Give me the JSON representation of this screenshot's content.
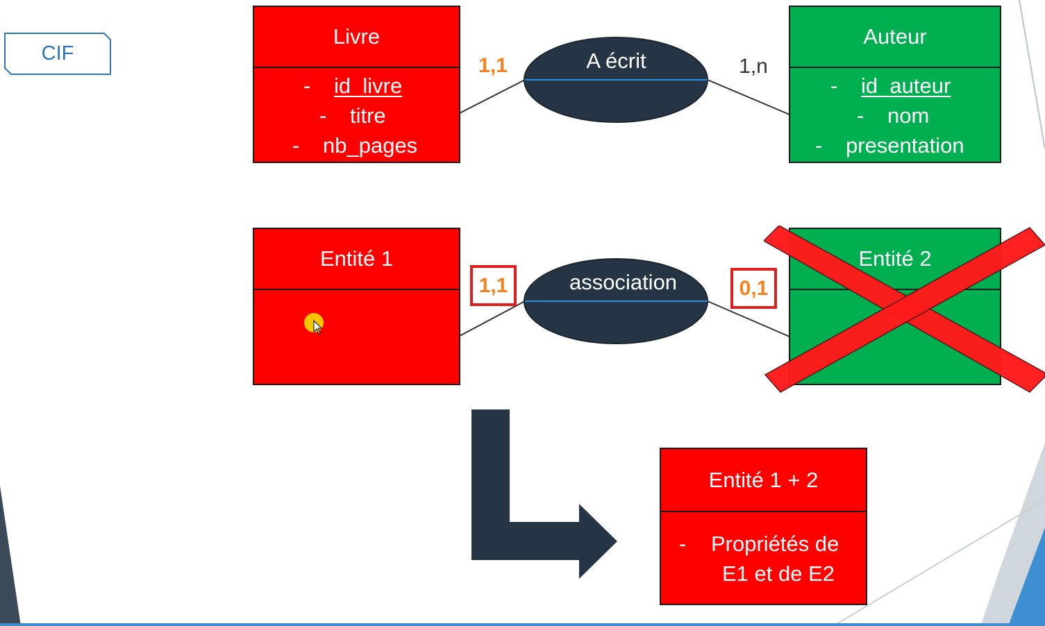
{
  "tag": {
    "label": "CIF"
  },
  "diagram_top": {
    "entity_left": {
      "title": "Livre",
      "attributes": [
        "id_livre",
        "titre",
        "nb_pages"
      ],
      "identifier": "id_livre"
    },
    "association": {
      "label": "A écrit"
    },
    "cardinality_left": "1,1",
    "cardinality_right": "1,n",
    "entity_right": {
      "title": "Auteur",
      "attributes": [
        "id_auteur",
        "nom",
        "presentation"
      ],
      "identifier": "id_auteur"
    }
  },
  "diagram_middle": {
    "entity_left": {
      "title": "Entité 1"
    },
    "association": {
      "label": "association"
    },
    "cardinality_left": "1,1",
    "cardinality_right": "0,1",
    "entity_right": {
      "title": "Entité 2",
      "crossed_out": true
    }
  },
  "result": {
    "title": "Entité 1 + 2",
    "property_line1": "Propriétés de",
    "property_line2": "E1 et de E2"
  },
  "dash": "-",
  "colors": {
    "entity_red": "#ff0000",
    "entity_green": "#00b050",
    "association_fill": "#263545",
    "cardinality_orange": "#f5821f",
    "cross_red": "#ff1a1a",
    "tag_blue": "#2e75b6",
    "arrow_dark": "#263545"
  }
}
